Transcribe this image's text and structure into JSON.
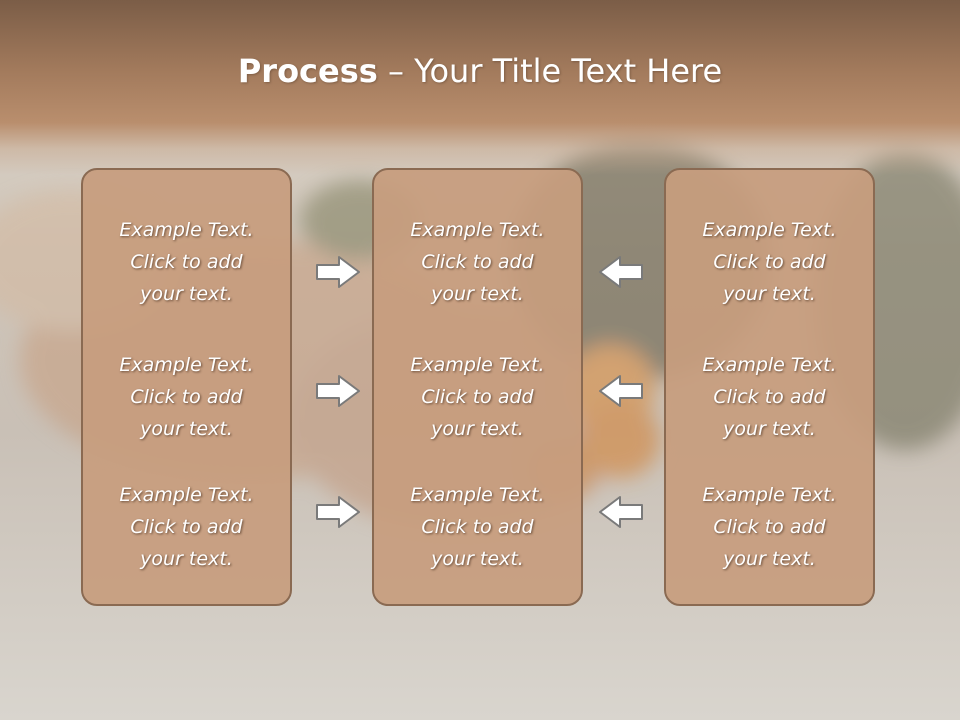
{
  "title": {
    "bold": "Process",
    "rest": " – Your Title Text Here"
  },
  "columns": [
    {
      "items": [
        "Example Text.\nClick  to add\nyour text.",
        "Example Text.\nClick  to add\nyour text.",
        "Example Text.\nClick  to add\nyour text."
      ]
    },
    {
      "items": [
        "Example Text.\nClick  to add\nyour text.",
        "Example Text.\nClick  to add\nyour text.",
        "Example Text.\nClick  to add\nyour text."
      ]
    },
    {
      "items": [
        "Example Text.\nClick  to add\nyour text.",
        "Example Text.\nClick  to add\nyour text.",
        "Example Text.\nClick  to add\nyour text."
      ]
    }
  ],
  "arrows": {
    "left_group": "right-arrow-icon",
    "right_group": "left-arrow-icon"
  },
  "colors": {
    "header": "#a27a5c",
    "box_fill": "#c79d7e",
    "box_border": "#8a6a52",
    "text": "#ffffff"
  }
}
